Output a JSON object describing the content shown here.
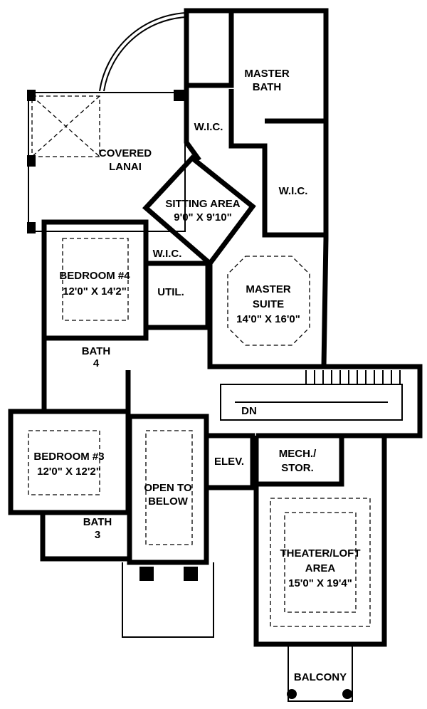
{
  "plan": {
    "rooms": {
      "master_bath": {
        "line1": "MASTER",
        "line2": "BATH"
      },
      "wic_left": {
        "label": "W.I.C."
      },
      "covered_lanai": {
        "line1": "COVERED",
        "line2": "LANAI"
      },
      "sitting_area": {
        "name": "SITTING AREA",
        "size": "9'0\" X 9'10\""
      },
      "wic_right": {
        "label": "W.I.C."
      },
      "wic_bedroom": {
        "label": "W.I.C."
      },
      "bedroom4": {
        "name": "BEDROOM #4",
        "size": "12'0\" X 14'2\""
      },
      "util": {
        "label": "UTIL."
      },
      "master_suite": {
        "line1": "MASTER",
        "line2": "SUITE",
        "size": "14'0\" X 16'0\""
      },
      "bath4": {
        "line1": "BATH",
        "line2": "4"
      },
      "stairs": {
        "label": "DN"
      },
      "bedroom3": {
        "name": "BEDROOM #3",
        "size": "12'0\" X 12'2\""
      },
      "elevator": {
        "label": "ELEV."
      },
      "mech_stor": {
        "line1": "MECH./",
        "line2": "STOR."
      },
      "open_to_below": {
        "line1": "OPEN TO",
        "line2": "BELOW"
      },
      "bath3": {
        "line1": "BATH",
        "line2": "3"
      },
      "theater_loft": {
        "line1": "THEATER/LOFT",
        "line2": "AREA",
        "size": "15'0\" X 19'4\""
      },
      "balcony": {
        "label": "BALCONY"
      }
    }
  }
}
